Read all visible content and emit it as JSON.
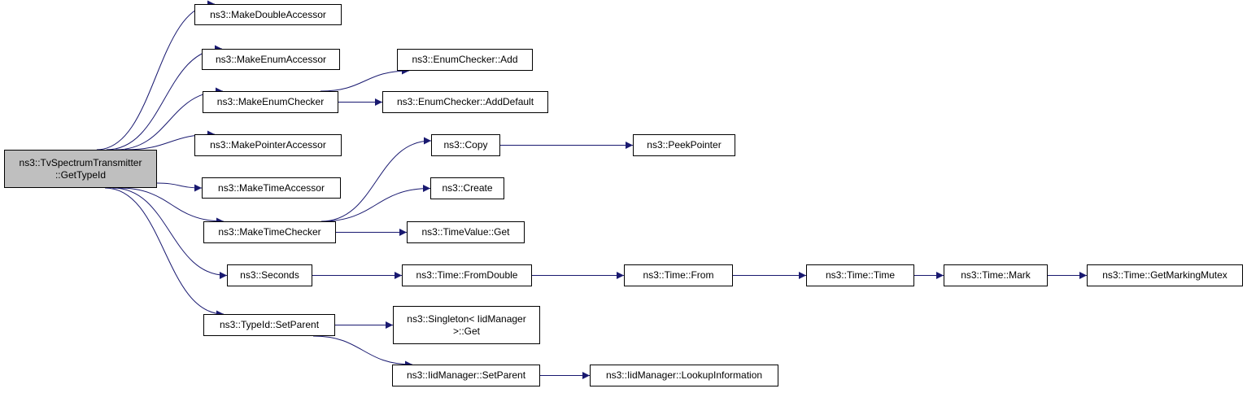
{
  "colors": {
    "edge": "#191970",
    "node_border": "#000000",
    "node_fill": "#ffffff",
    "root_fill": "#bfbfbf"
  },
  "nodes": [
    {
      "id": "root",
      "lines": [
        "ns3::TvSpectrumTransmitter",
        "::GetTypeId"
      ],
      "root": true
    },
    {
      "id": "n1",
      "lines": [
        "ns3::MakeDoubleAccessor"
      ]
    },
    {
      "id": "n2",
      "lines": [
        "ns3::MakeEnumAccessor"
      ]
    },
    {
      "id": "n3",
      "lines": [
        "ns3::MakeEnumChecker"
      ]
    },
    {
      "id": "n4",
      "lines": [
        "ns3::MakePointerAccessor"
      ]
    },
    {
      "id": "n5",
      "lines": [
        "ns3::MakeTimeAccessor"
      ]
    },
    {
      "id": "n6",
      "lines": [
        "ns3::MakeTimeChecker"
      ]
    },
    {
      "id": "n7",
      "lines": [
        "ns3::Seconds"
      ]
    },
    {
      "id": "n8",
      "lines": [
        "ns3::TypeId::SetParent"
      ]
    },
    {
      "id": "n9",
      "lines": [
        "ns3::EnumChecker::Add"
      ]
    },
    {
      "id": "n10",
      "lines": [
        "ns3::EnumChecker::AddDefault"
      ]
    },
    {
      "id": "n11",
      "lines": [
        "ns3::Copy"
      ]
    },
    {
      "id": "n12",
      "lines": [
        "ns3::PeekPointer"
      ]
    },
    {
      "id": "n13",
      "lines": [
        "ns3::Create"
      ]
    },
    {
      "id": "n14",
      "lines": [
        "ns3::TimeValue::Get"
      ]
    },
    {
      "id": "n15",
      "lines": [
        "ns3::Time::FromDouble"
      ]
    },
    {
      "id": "n16",
      "lines": [
        "ns3::Time::From"
      ]
    },
    {
      "id": "n17",
      "lines": [
        "ns3::Time::Time"
      ]
    },
    {
      "id": "n18",
      "lines": [
        "ns3::Time::Mark"
      ]
    },
    {
      "id": "n19",
      "lines": [
        "ns3::Time::GetMarkingMutex"
      ]
    },
    {
      "id": "n20",
      "lines": [
        "ns3::Singleton< IidManager",
        ">::Get"
      ]
    },
    {
      "id": "n21",
      "lines": [
        "ns3::IidManager::SetParent"
      ]
    },
    {
      "id": "n22",
      "lines": [
        "ns3::IidManager::LookupInformation"
      ]
    }
  ],
  "edges": [
    [
      "root",
      "n1"
    ],
    [
      "root",
      "n2"
    ],
    [
      "root",
      "n3"
    ],
    [
      "root",
      "n4"
    ],
    [
      "root",
      "n5"
    ],
    [
      "root",
      "n6"
    ],
    [
      "root",
      "n7"
    ],
    [
      "root",
      "n8"
    ],
    [
      "n3",
      "n9"
    ],
    [
      "n3",
      "n10"
    ],
    [
      "n6",
      "n11"
    ],
    [
      "n6",
      "n13"
    ],
    [
      "n6",
      "n14"
    ],
    [
      "n11",
      "n12"
    ],
    [
      "n7",
      "n15"
    ],
    [
      "n15",
      "n16"
    ],
    [
      "n16",
      "n17"
    ],
    [
      "n17",
      "n18"
    ],
    [
      "n18",
      "n19"
    ],
    [
      "n8",
      "n20"
    ],
    [
      "n8",
      "n21"
    ],
    [
      "n21",
      "n22"
    ]
  ]
}
